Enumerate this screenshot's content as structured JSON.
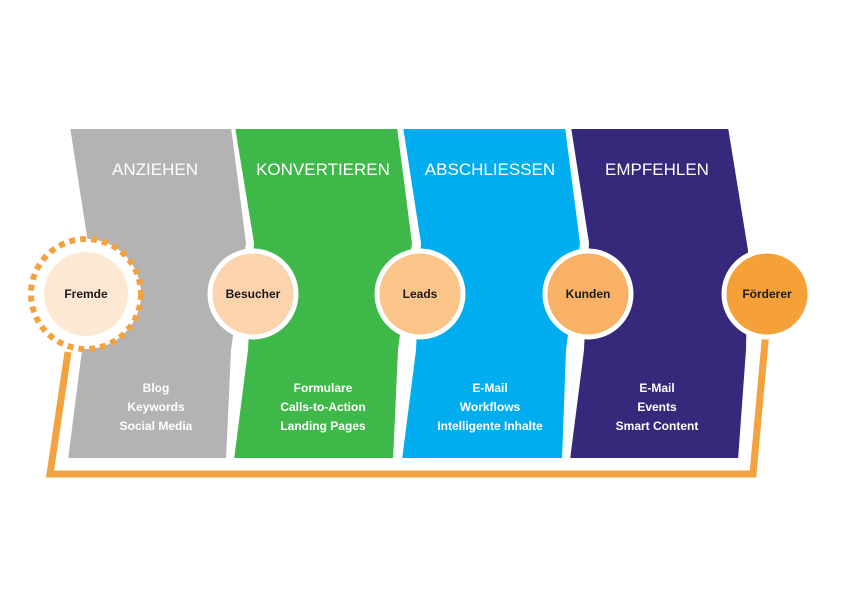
{
  "colors": {
    "outline": "#f4a23f",
    "anziehen": "#b3b3b3",
    "konvertieren": "#3db849",
    "abschliessen": "#00aeef",
    "empfehlen": "#36287b",
    "fremde_fill": "#fde8d3",
    "besucher_fill": "#fbd3ad",
    "leads_fill": "#fbc589",
    "kunden_fill": "#f9b265",
    "foerderer_fill": "#f6a137"
  },
  "stages": [
    {
      "title": "ANZIEHEN",
      "items": [
        "Blog",
        "Keywords",
        "Social Media"
      ]
    },
    {
      "title": "KONVERTIEREN",
      "items": [
        "Formulare",
        "Calls-to-Action",
        "Landing Pages"
      ]
    },
    {
      "title": "ABSCHLIESSEN",
      "items": [
        "E-Mail",
        "Workflows",
        "Intelligente Inhalte"
      ]
    },
    {
      "title": "EMPFEHLEN",
      "items": [
        "E-Mail",
        "Events",
        "Smart Content"
      ]
    }
  ],
  "nodes": [
    {
      "label": "Fremde"
    },
    {
      "label": "Besucher"
    },
    {
      "label": "Leads"
    },
    {
      "label": "Kunden"
    },
    {
      "label": "Förderer"
    }
  ]
}
